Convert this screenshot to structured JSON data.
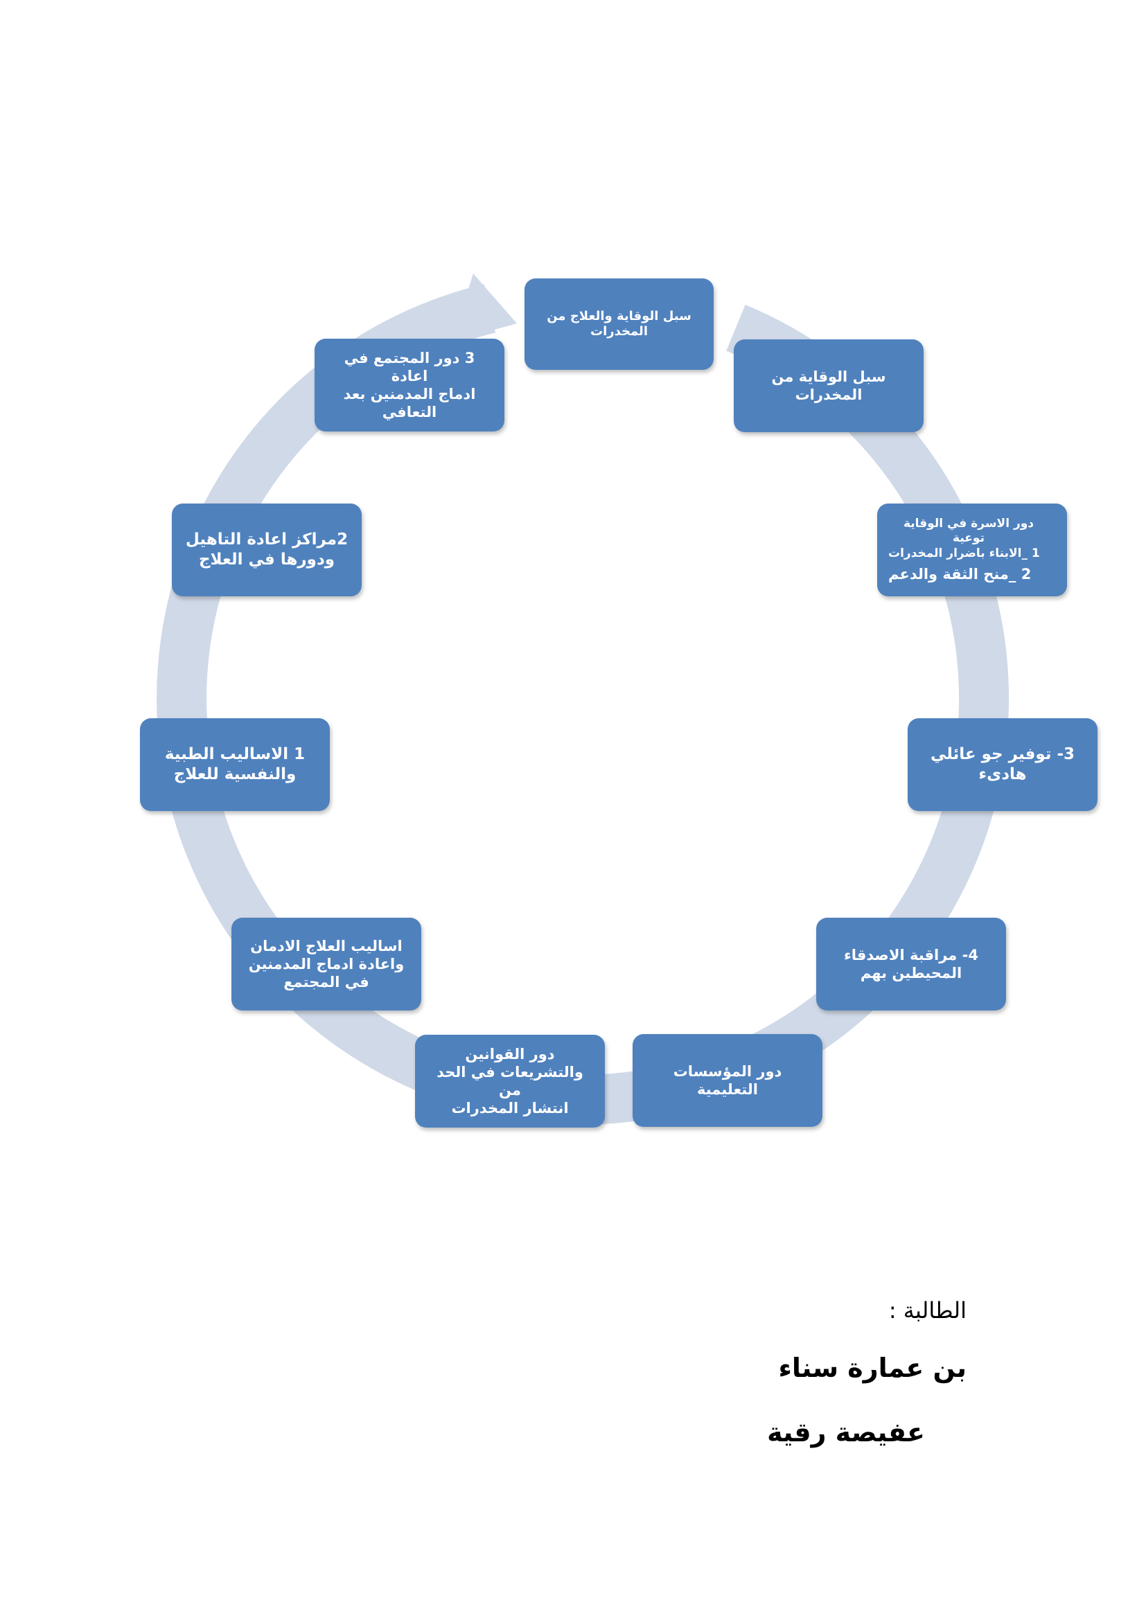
{
  "cycle": {
    "ring_color": "#d0d9e8",
    "node_color": "#4f81bd",
    "text_color": "#ffffff",
    "nodes": {
      "title": [
        "سبل الوقاية والعلاج من",
        "المخدرات"
      ],
      "prevention": [
        "سبل الوقاية من المخدرات"
      ],
      "family": [
        "دور الاسرة في الوقاية توعية",
        "1 _الابناء باضرار المخدرات",
        "2 _منح الثقة والدعم"
      ],
      "calm_home": [
        "3- توفير جو عائلي",
        "هادىء"
      ],
      "friends": [
        "4- مراقبة الاصدقاء",
        "المحيطين بهم"
      ],
      "education": [
        "دور المؤسسات التعليمية"
      ],
      "laws": [
        "دور القوانين",
        "والتشريعات في الحد من",
        "انتشار المخدرات"
      ],
      "treatment": [
        "اساليب العلاج الادمان",
        "واعادة ادماج المدمنين",
        "في المجتمع"
      ],
      "medical": [
        "1 الاساليب الطبية",
        "والنفسية للعلاج"
      ],
      "rehab": [
        "2مراكز اعادة التاهيل",
        "ودورها في العلاج"
      ],
      "community": [
        "3 دور المجتمع في اعادة",
        "ادماج المدمنين بعد التعافي"
      ]
    }
  },
  "students": {
    "label": "الطالبة :",
    "names": [
      "بن عمارة سناء",
      "عفيصة رقية"
    ]
  }
}
